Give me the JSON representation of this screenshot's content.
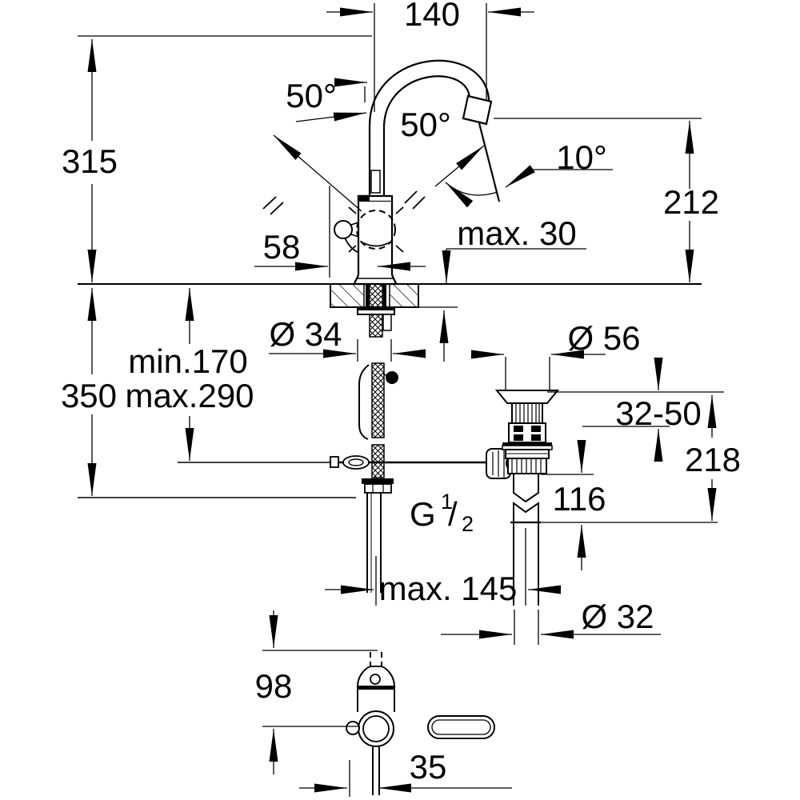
{
  "drawing": {
    "background": "#ffffff",
    "line_color": "#000000",
    "dimensions": {
      "top_width": "140",
      "swivel_left": "50°",
      "swivel_right": "50°",
      "stream_angle": "10°",
      "total_height": "315",
      "spout_height": "212",
      "handle_offset": "58",
      "max_deck_thickness": "max. 30",
      "hole_diameter": "Ø 34",
      "waste_flange_diameter": "Ø 56",
      "hose_min": "min.170",
      "hose_max": "max.290",
      "hose_length": "350",
      "flange_adjust_range": "32-50",
      "waste_height": "218",
      "waste_body_height": "116",
      "thread_letter": "G",
      "thread_numerator": "1",
      "thread_slash": "/",
      "thread_denominator": "2",
      "drain_offset": "max. 145",
      "tail_pipe_diameter": "Ø 32",
      "handle_height": "98",
      "handle_pivot_offset": "35"
    }
  }
}
